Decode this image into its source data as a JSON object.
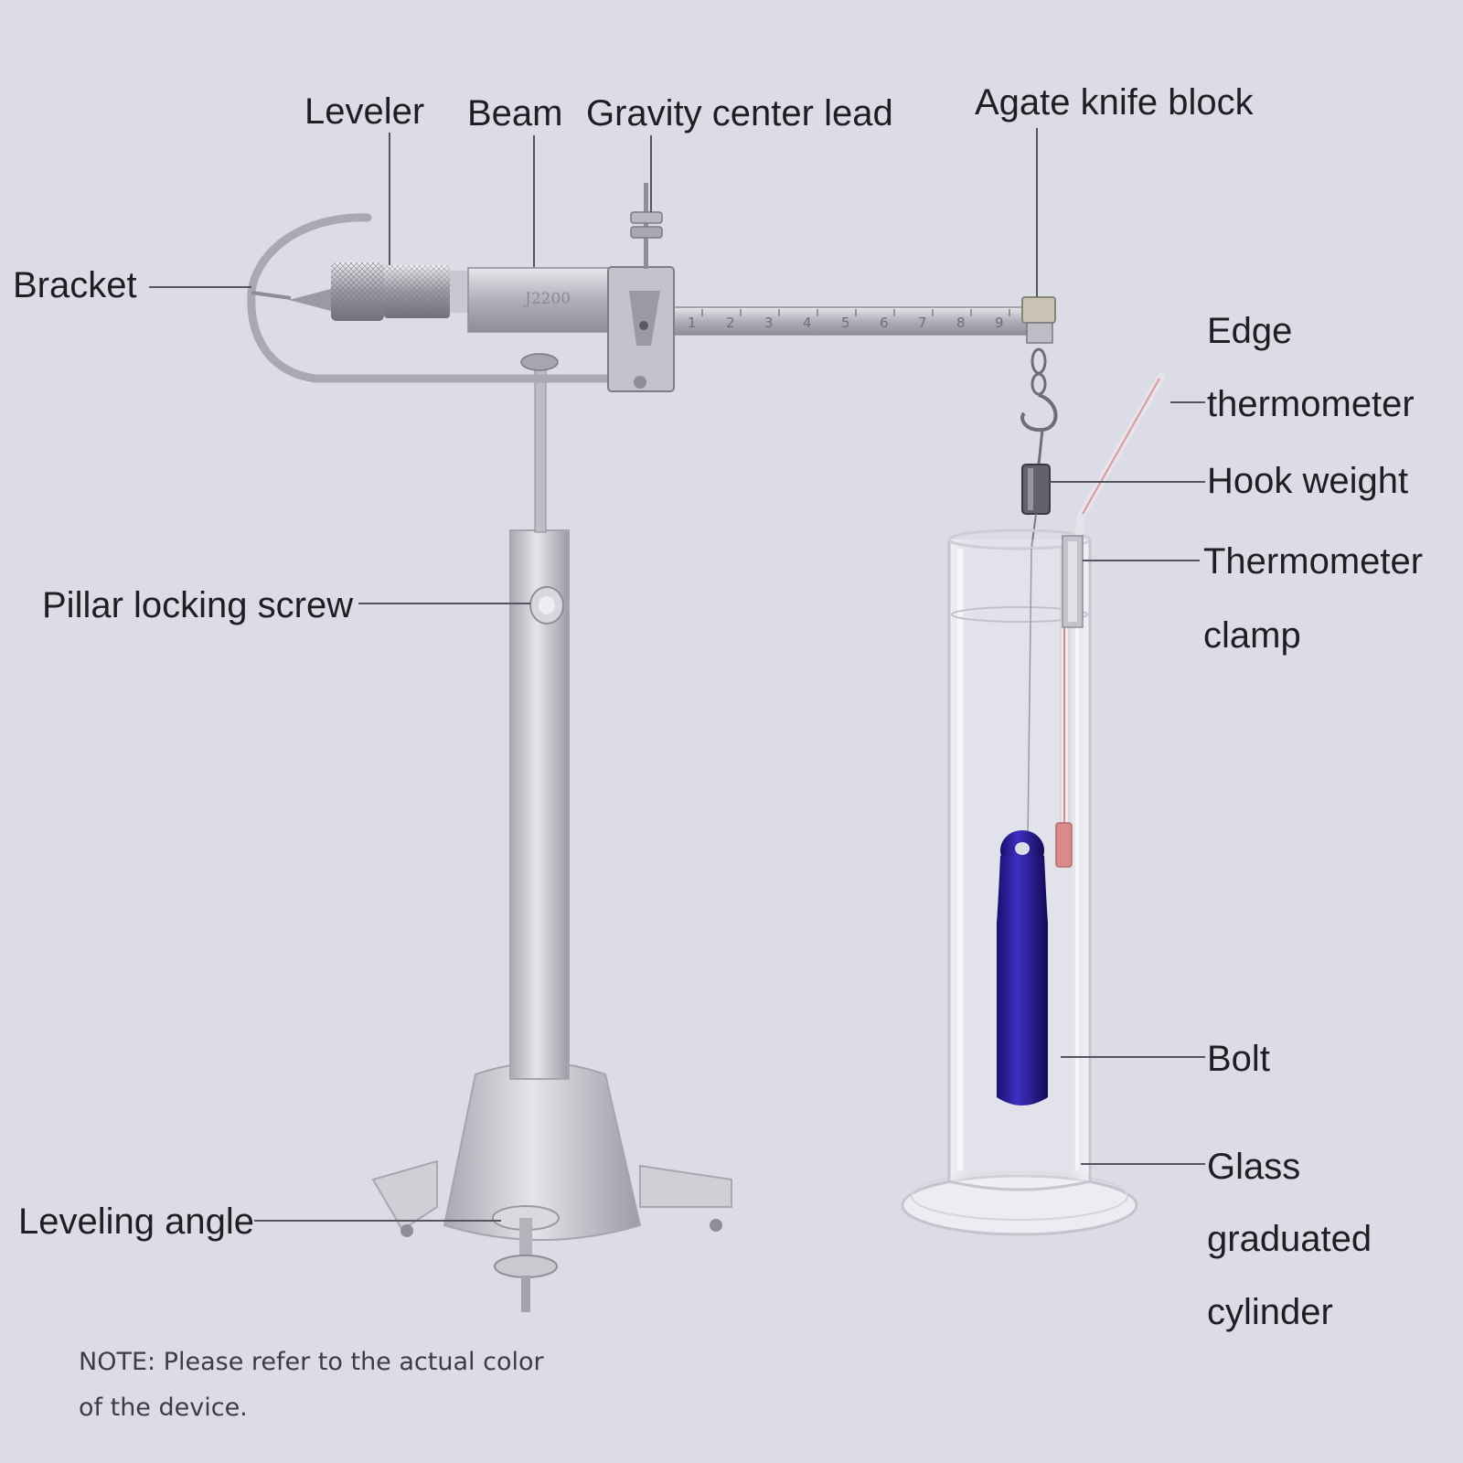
{
  "labels": {
    "leveler": "Leveler",
    "beam": "Beam",
    "gravity_center_lead": "Gravity center lead",
    "agate_knife_block": "Agate knife block",
    "bracket": "Bracket",
    "edge_line1": "Edge",
    "edge_line2": "thermometer",
    "hook_weight": "Hook weight",
    "thermometer_clamp_line1": "Thermometer",
    "thermometer_clamp_line2": "clamp",
    "pillar_locking_screw": "Pillar locking screw",
    "bolt": "Bolt",
    "glass_line1": "Glass",
    "glass_line2": "graduated",
    "glass_line3": "cylinder",
    "leveling_angle": "Leveling angle"
  },
  "note": {
    "line1": "NOTE: Please refer to the actual color",
    "line2": "of the device."
  },
  "beam_marking": "J2200",
  "scale_numbers": [
    "1",
    "2",
    "3",
    "4",
    "5",
    "6",
    "7",
    "8",
    "9"
  ],
  "colors": {
    "background": "#dcdce6",
    "steel": "#b9b9c2",
    "pillar": "#c6c6ce",
    "bob": "#2a1a8c",
    "thermometer_bulb": "#d98a8a",
    "leader": "#55555f"
  }
}
